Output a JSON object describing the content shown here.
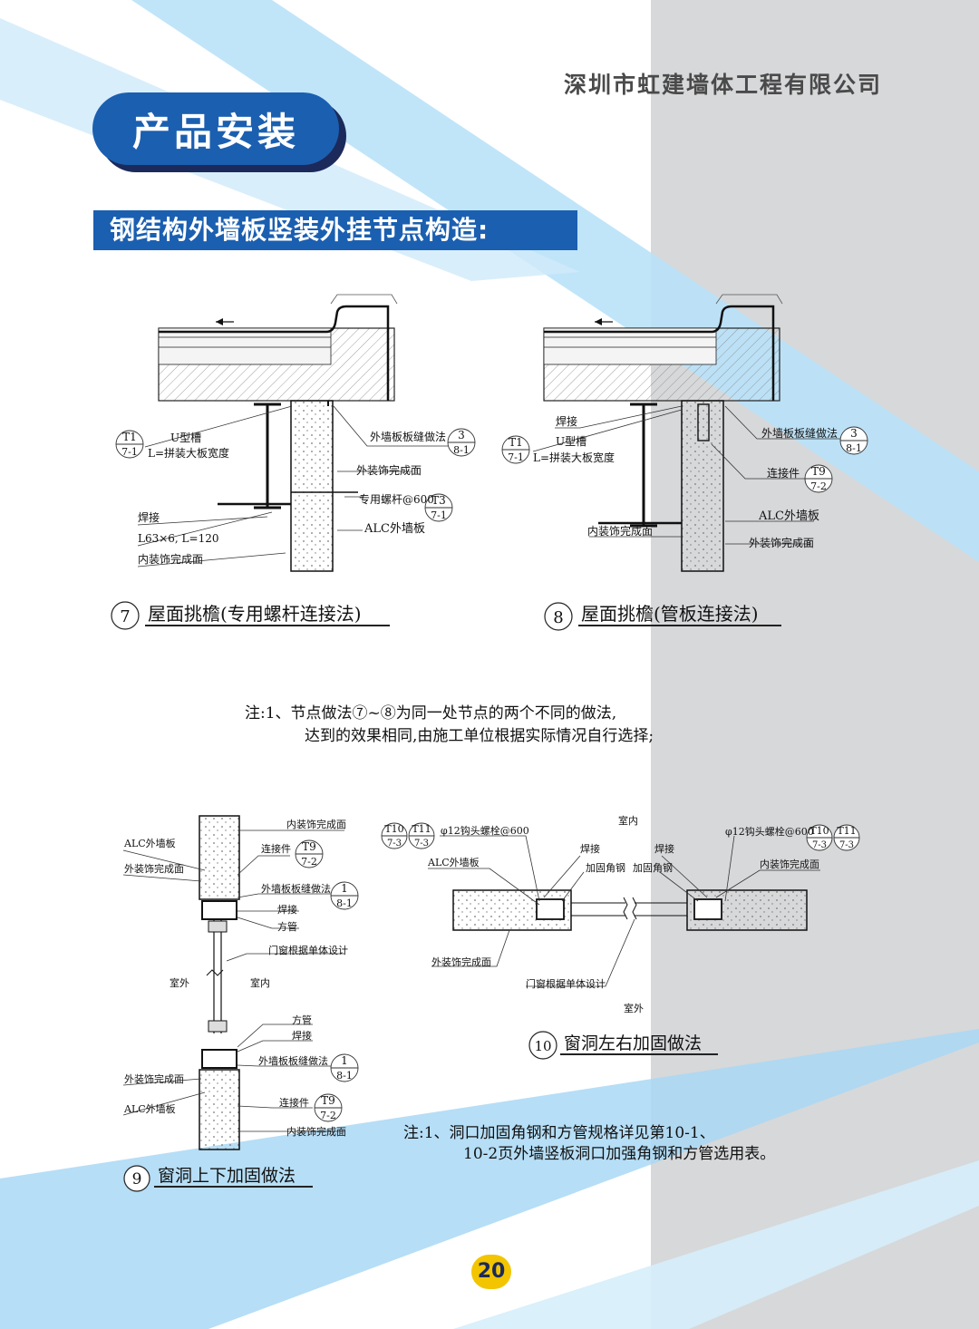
{
  "header": {
    "company": "深圳市虹建墙体工程有限公司",
    "section_title": "产品安装",
    "subtitle": "钢结构外墙板竖装外挂节点构造:"
  },
  "colors": {
    "brand_blue": "#1b5fb0",
    "dark_navy": "#1b2a5a",
    "light_blue": "#a9d8f5",
    "gray": "#d7d8da",
    "page_badge": "#f2c500"
  },
  "detail7": {
    "num": "7",
    "caption": "屋面挑檐(专用螺杆连接法)",
    "labels": {
      "ref_t1_top": "T1",
      "ref_t1_bot": "7-1",
      "u_channel": "U型槽",
      "u_width": "L=拼装大板宽度",
      "weld": "焊接",
      "angle": "L63×6, L=120",
      "inner_finish": "内装饰完成面",
      "joint": "外墙板板缝做法",
      "ref_3_top": "3",
      "ref_3_bot": "8-1",
      "outer_finish": "外装饰完成面",
      "bolt": "专用螺杆@600",
      "ref_t3_top": "T3",
      "ref_t3_bot": "7-1",
      "alc": "ALC外墙板"
    }
  },
  "detail8": {
    "num": "8",
    "caption": "屋面挑檐(管板连接法)",
    "labels": {
      "weld": "焊接",
      "ref_t1_top": "T1",
      "ref_t1_bot": "7-1",
      "u_channel": "U型槽",
      "u_width": "L=拼装大板宽度",
      "inner_finish": "内装饰完成面",
      "joint": "外墙板板缝做法",
      "ref_3_top": "3",
      "ref_3_bot": "8-1",
      "connector": "连接件",
      "ref_t9_top": "T9",
      "ref_t9_bot": "7-2",
      "alc": "ALC外墙板",
      "outer_finish": "外装饰完成面"
    }
  },
  "note1": {
    "line1": "注:1、节点做法⑦~⑧为同一处节点的两个不同的做法,",
    "line2": "达到的效果相同,由施工单位根据实际情况自行选择;"
  },
  "detail9": {
    "num": "9",
    "caption": "窗洞上下加固做法",
    "labels": {
      "inner_finish_top": "内装饰完成面",
      "alc_top": "ALC外墙板",
      "connector_top": "连接件",
      "ref_t9_top": "T9",
      "ref_t9_bot": "7-2",
      "outer_finish_top": "外装饰完成面",
      "joint_top": "外墙板板缝做法",
      "ref_1_top": "1",
      "ref_1_bot": "8-1",
      "weld_top": "焊接",
      "tube_top": "方管",
      "window": "门窗根据单体设计",
      "outside": "室外",
      "inside": "室内",
      "tube_bot": "方管",
      "weld_bot": "焊接",
      "joint_bot": "外墙板板缝做法",
      "ref_1b_top": "1",
      "ref_1b_bot": "8-1",
      "outer_finish_bot": "外装饰完成面",
      "alc_bot": "ALC外墙板",
      "connector_bot": "连接件",
      "ref_t9b_top": "T9",
      "ref_t9b_bot": "7-2",
      "inner_finish_bot": "内装饰完成面"
    }
  },
  "detail10": {
    "num": "10",
    "caption": "窗洞左右加固做法",
    "labels": {
      "ref_t10_top": "T10",
      "ref_t10_bot": "7-3",
      "ref_t11_top": "T11",
      "ref_t11_bot": "7-3",
      "bolt_left": "φ12钩头螺栓@600",
      "inside": "室内",
      "bolt_right": "φ12钩头螺栓@600",
      "ref_t10r_top": "T10",
      "ref_t10r_bot": "7-3",
      "ref_t11r_top": "T11",
      "ref_t11r_bot": "7-3",
      "alc": "ALC外墙板",
      "weld_left": "焊接",
      "angle_left": "加固角钢",
      "weld_right": "焊接",
      "angle_right": "加固角钢",
      "inner_finish": "内装饰完成面",
      "outer_finish": "外装饰完成面",
      "window": "门窗根据单体设计",
      "outside": "室外"
    }
  },
  "note2": {
    "line1": "注:1、洞口加固角钢和方管规格详见第10-1、",
    "line2": "10-2页外墙竖板洞口加强角钢和方管选用表。"
  },
  "page": {
    "number": "20"
  }
}
